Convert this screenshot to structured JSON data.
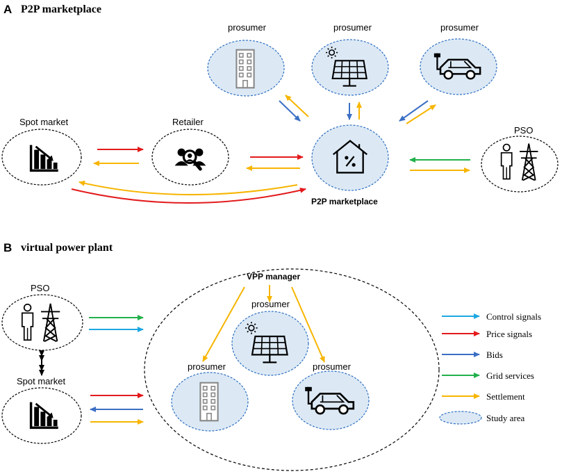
{
  "colors": {
    "control": "#1ea7e1",
    "price": "#e31a1c",
    "bids": "#3b6fc4",
    "grid": "#22b04b",
    "settlement": "#f7b500",
    "study_fill": "#dce9f5",
    "study_stroke": "#2e6fc2",
    "black_arrow": "#000000"
  },
  "panel_a": {
    "letter": "A",
    "title": "P2P marketplace",
    "nodes": {
      "spot_market": "Spot market",
      "retailer": "Retailer",
      "p2p_label": "P2P marketplace",
      "pso": "PSO",
      "prosumer_building": "prosumer",
      "prosumer_solar": "prosumer",
      "prosumer_ev": "prosumer"
    },
    "icons": {
      "spot": "falling-chart-icon",
      "retailer": "people-search-icon",
      "p2p": "house-percent-icon",
      "pso": "person-pylon-icon",
      "building": "building-icon",
      "solar": "solar-panel-icon",
      "ev": "electric-car-icon"
    }
  },
  "panel_b": {
    "letter": "B",
    "title": "virtual power plant",
    "nodes": {
      "pso": "PSO",
      "spot_market": "Spot market",
      "vpp_manager": "VPP manager",
      "prosumer_solar": "prosumer",
      "prosumer_building": "prosumer",
      "prosumer_ev": "prosumer"
    }
  },
  "legend": [
    {
      "label": "Control signals",
      "color_key": "control",
      "kind": "arrow"
    },
    {
      "label": "Price signals",
      "color_key": "price",
      "kind": "arrow"
    },
    {
      "label": "Bids",
      "color_key": "bids",
      "kind": "arrow"
    },
    {
      "label": "Grid services",
      "color_key": "grid",
      "kind": "arrow"
    },
    {
      "label": "Settlement",
      "color_key": "settlement",
      "kind": "arrow"
    },
    {
      "label": "Study area",
      "color_key": "study_fill",
      "kind": "ellipse"
    }
  ]
}
